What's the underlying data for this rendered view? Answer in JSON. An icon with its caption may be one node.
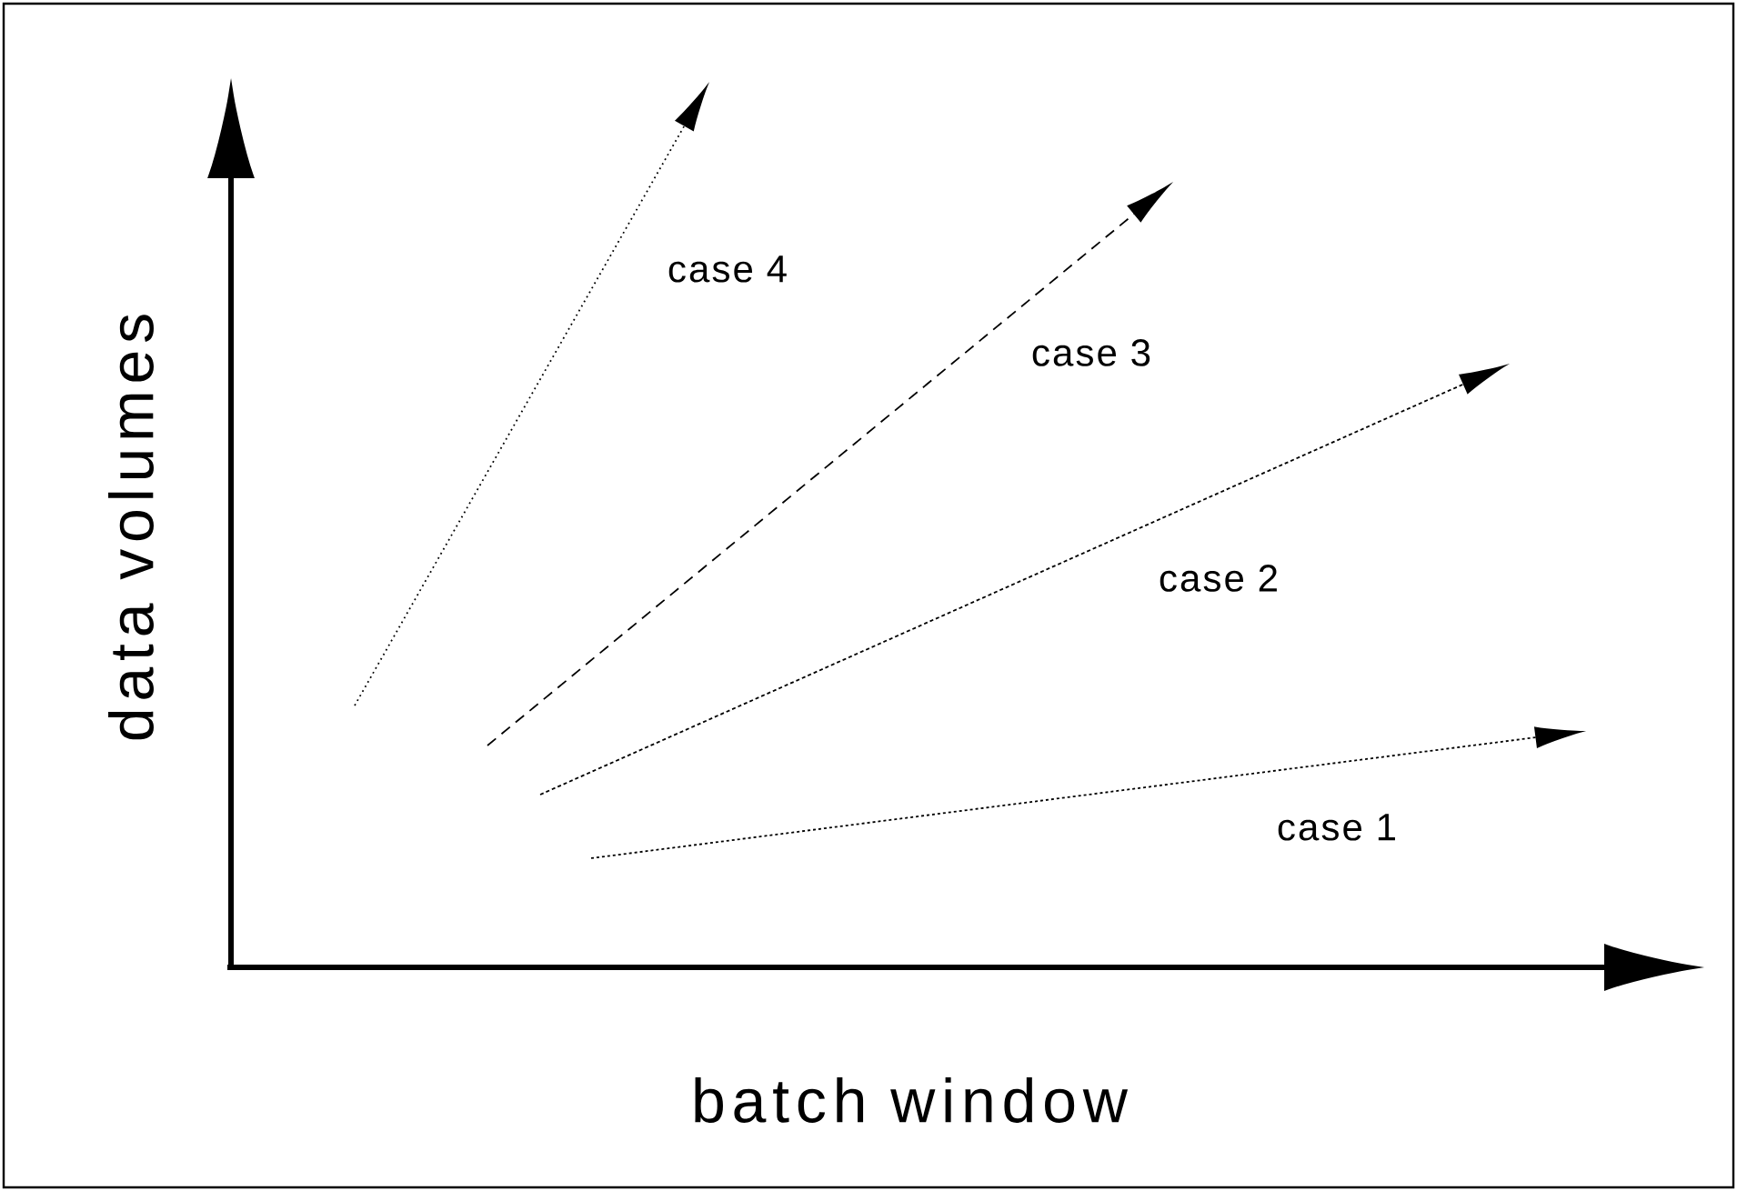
{
  "diagram": {
    "labels": [
      "case 4",
      "case 3",
      "case 2",
      "case 1",
      "data volumes",
      "batch window"
    ]
  }
}
